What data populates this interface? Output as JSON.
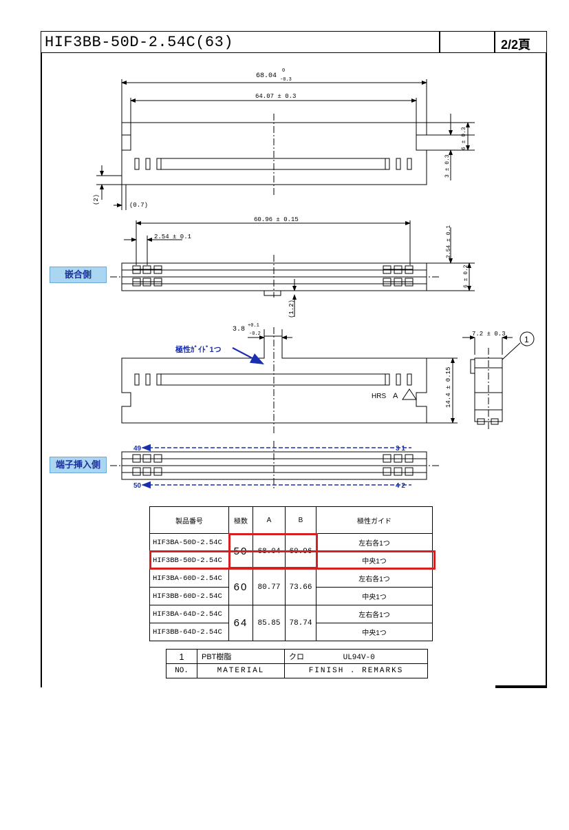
{
  "title": {
    "part_number": "HIF3BB-50D-2.54C(63)",
    "page": "2/2頁"
  },
  "top_view": {
    "dim_overall": "68.04",
    "dim_overall_tol_upper": "0",
    "dim_overall_tol_lower": "-0.3",
    "dim_inner": "64.07 ± 0.3",
    "dim_right_height": "6 ± 0.3",
    "dim_right_step": "3 ± 0.3",
    "dim_left_2": "(2)",
    "dim_left_07": "(0.7)"
  },
  "mating_view": {
    "label": "嵌合側",
    "dim_span": "60.96 ± 0.15",
    "dim_pitch": "2.54 ± 0.1",
    "dim_right_pitch": "2.54 ± 0.1",
    "dim_right_height": "6 ± 0.2",
    "dim_key": "(1.2)"
  },
  "front_view": {
    "polarity_label": "極性ｶﾞｲﾄﾞ1つ",
    "dim_key": "3.8",
    "dim_key_tol_upper": "+0.1",
    "dim_key_tol_lower": "-0.2",
    "dim_height": "14.4 ± 0.15",
    "marking_logo": "HRS",
    "marking_a": "A"
  },
  "side_view": {
    "dim_width": "7.2 ± 0.3",
    "balloon": "1"
  },
  "terminal_view": {
    "label": "端子挿入側",
    "pin_top_left": "49",
    "pin_top_right": "3 1",
    "pin_bottom_left": "50",
    "pin_bottom_right": "4 2"
  },
  "product_table": {
    "headers": [
      "製品番号",
      "極数",
      "A",
      "B",
      "極性ガイド"
    ],
    "rows": [
      {
        "part": "HIF3BA-50D-2.54C",
        "guide": "左右各1つ"
      },
      {
        "part": "HIF3BB-50D-2.54C",
        "guide": "中央1つ"
      },
      {
        "part": "HIF3BA-60D-2.54C",
        "guide": "左右各1つ"
      },
      {
        "part": "HIF3BB-60D-2.54C",
        "guide": "中央1つ"
      },
      {
        "part": "HIF3BA-64D-2.54C",
        "guide": "左右各1つ"
      },
      {
        "part": "HIF3BB-64D-2.54C",
        "guide": "中央1つ"
      }
    ],
    "groups": [
      {
        "poles": "50",
        "a": "68.04",
        "b": "60.96"
      },
      {
        "poles": "60",
        "a": "80.77",
        "b": "73.66"
      },
      {
        "poles": "64",
        "a": "85.85",
        "b": "78.74"
      }
    ],
    "highlight_color": "#d42020"
  },
  "material_table": {
    "no": "1",
    "material": "PBT樹脂",
    "finish": "クロ",
    "remarks": "UL94V-0",
    "header_no": "NO.",
    "header_material": "MATERIAL",
    "header_finish": "FINISH . REMARKS"
  },
  "colors": {
    "label_bg": "#aad6f2",
    "label_text": "#1a2f9a",
    "arrow_blue": "#1a2fb0",
    "highlight": "#d42020"
  }
}
